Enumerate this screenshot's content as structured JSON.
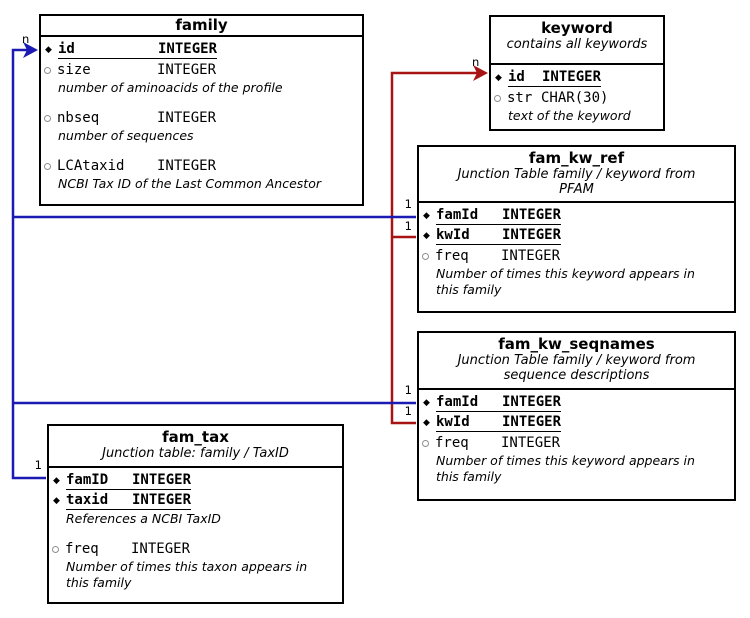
{
  "diagram": {
    "tables": [
      {
        "id": "family",
        "title": "family",
        "subtitle_lines": [],
        "fields": [
          {
            "key": true,
            "name": "id",
            "type": "INTEGER",
            "desc": [],
            "gap": false
          },
          {
            "key": false,
            "name": "size",
            "type": "INTEGER",
            "desc": [
              "number of aminoacids of the profile"
            ],
            "gap": false
          },
          {
            "key": false,
            "name": "nbseq",
            "type": "INTEGER",
            "desc": [
              "number of sequences"
            ],
            "gap": true
          },
          {
            "key": false,
            "name": "LCAtaxid",
            "type": "INTEGER",
            "desc": [
              "NCBI Tax ID of the Last Common Ancestor"
            ],
            "gap": true
          }
        ]
      },
      {
        "id": "keyword",
        "title": "keyword",
        "subtitle_lines": [
          "contains all keywords"
        ],
        "fields": [
          {
            "key": true,
            "name": "id",
            "type": "INTEGER",
            "desc": [],
            "gap": false
          },
          {
            "key": false,
            "name": "str",
            "type": "CHAR(30)",
            "desc": [
              "text of the keyword"
            ],
            "gap": false
          }
        ]
      },
      {
        "id": "fam_kw_ref",
        "title": "fam_kw_ref",
        "subtitle_lines": [
          "Junction Table family / keyword from",
          "PFAM"
        ],
        "fields": [
          {
            "key": true,
            "name": "famId",
            "type": "INTEGER",
            "desc": [],
            "gap": false
          },
          {
            "key": true,
            "name": "kwId",
            "type": "INTEGER",
            "desc": [],
            "gap": false
          },
          {
            "key": false,
            "name": "freq",
            "type": "INTEGER",
            "desc": [
              "Number of times this keyword appears in",
              "this family"
            ],
            "gap": false
          }
        ]
      },
      {
        "id": "fam_kw_seqnames",
        "title": "fam_kw_seqnames",
        "subtitle_lines": [
          "Junction Table family / keyword from",
          "sequence descriptions"
        ],
        "fields": [
          {
            "key": true,
            "name": "famId",
            "type": "INTEGER",
            "desc": [],
            "gap": false
          },
          {
            "key": true,
            "name": "kwId",
            "type": "INTEGER",
            "desc": [],
            "gap": false
          },
          {
            "key": false,
            "name": "freq",
            "type": "INTEGER",
            "desc": [
              "Number of times this keyword appears in",
              "this family"
            ],
            "gap": false
          }
        ]
      },
      {
        "id": "fam_tax",
        "title": "fam_tax",
        "subtitle_lines": [
          "Junction table: family / TaxID"
        ],
        "fields": [
          {
            "key": true,
            "name": "famID",
            "type": "INTEGER",
            "desc": [],
            "gap": false
          },
          {
            "key": true,
            "name": "taxid",
            "type": "INTEGER",
            "desc": [
              "References a NCBI TaxID"
            ],
            "gap": false
          },
          {
            "key": false,
            "name": "freq",
            "type": "INTEGER",
            "desc": [
              "Number of times this taxon appears in",
              "this family"
            ],
            "gap": true
          }
        ]
      }
    ],
    "relations": {
      "family_color": "#1b1bb3",
      "keyword_color": "#a81414",
      "labels": {
        "family_n": "n",
        "keyword_n": "n",
        "ref_famid": "1",
        "ref_kwid": "1",
        "seq_famid": "1",
        "seq_kwid": "1",
        "tax_famid": "1"
      }
    }
  }
}
